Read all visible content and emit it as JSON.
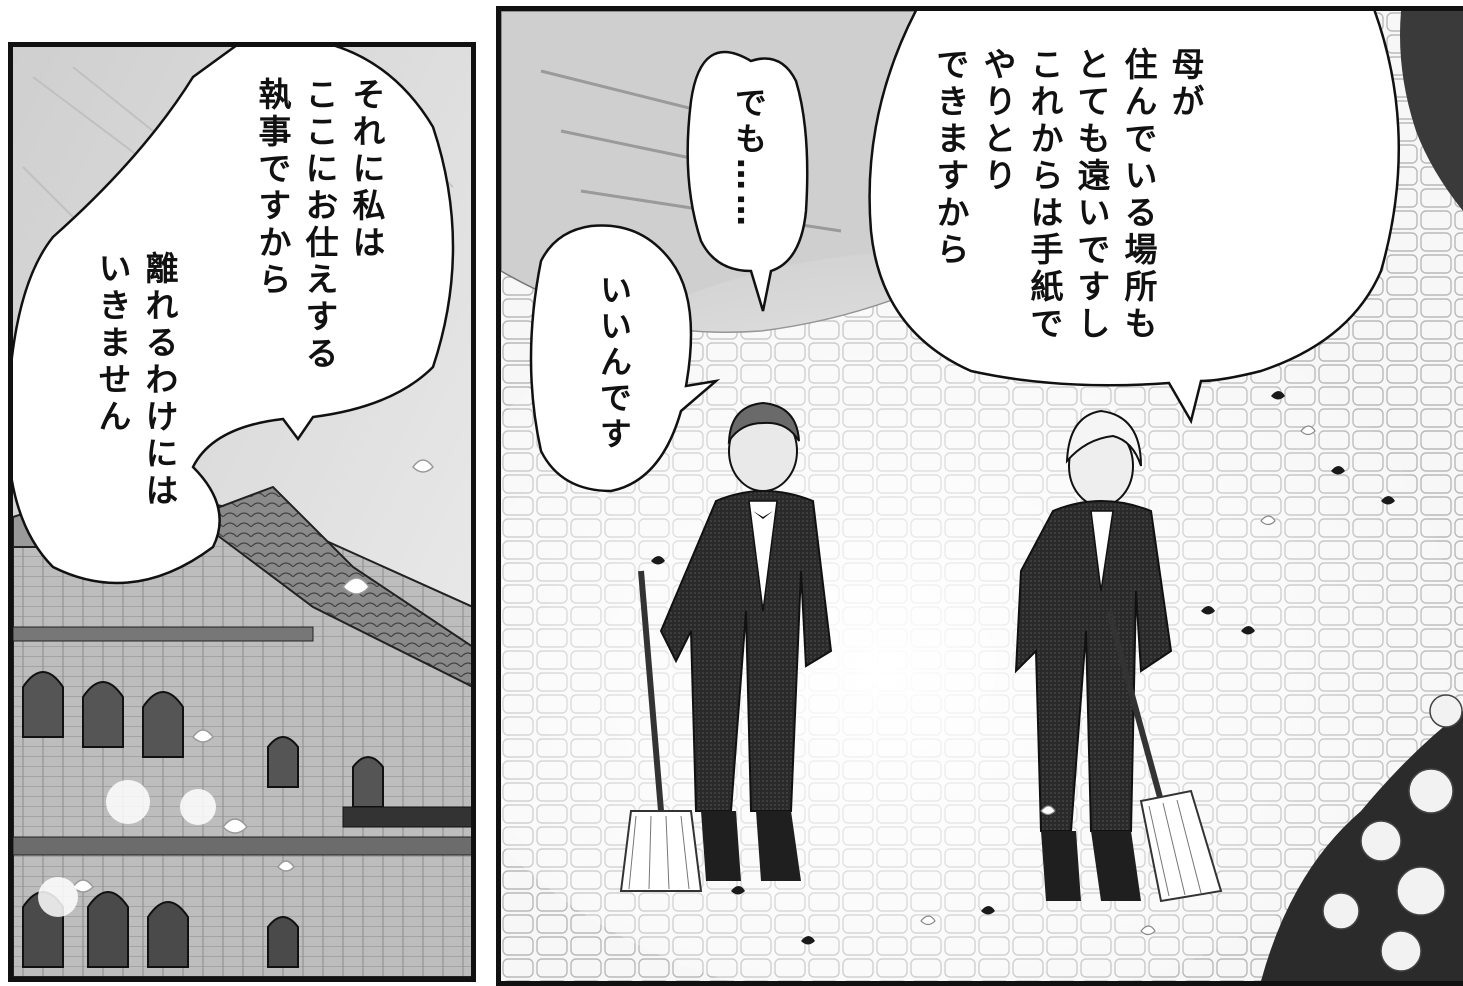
{
  "panels": {
    "left": {
      "bubble_top": {
        "lines": [
          "それに私は",
          "ここにお仕えする",
          "執事ですから"
        ]
      },
      "bubble_bottom": {
        "lines": [
          "離れるわけには",
          "いきません"
        ]
      }
    },
    "right": {
      "bubble_large": {
        "lines": [
          "母が",
          "住んでいる場所も",
          "とても遠いですし",
          "これからは手紙で",
          "やりとり",
          "できますから"
        ]
      },
      "bubble_small": {
        "lines": [
          "でも……"
        ]
      },
      "bubble_mid": {
        "lines": [
          "いいんです"
        ]
      }
    }
  },
  "colors": {
    "ink": "#111111",
    "paper": "#ffffff",
    "screentone": "#d8d8d8",
    "suit": "#2a2a2a"
  }
}
